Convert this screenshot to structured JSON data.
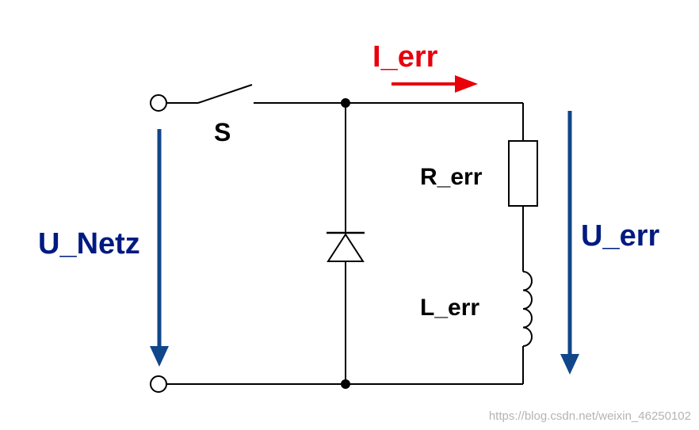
{
  "labels": {
    "switch": "S",
    "current": "I_err",
    "resistor": "R_err",
    "inductor": "L_err",
    "supply_voltage": "U_Netz",
    "load_voltage": "U_err"
  },
  "watermark": "https://blog.csdn.net/weixin_46250102",
  "colors": {
    "wire": "#000000",
    "current": "#e8000b",
    "voltage": "#001a80",
    "voltage_arrow": "#10468a",
    "watermark": "#b4b4b4"
  }
}
